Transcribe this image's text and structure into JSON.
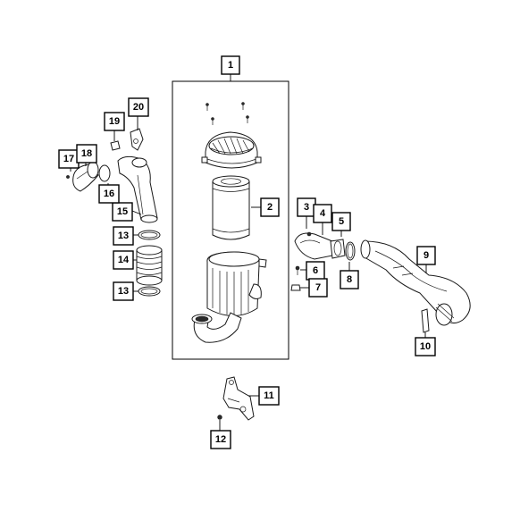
{
  "callouts": [
    {
      "label": "1"
    },
    {
      "label": "2"
    },
    {
      "label": "3"
    },
    {
      "label": "4"
    },
    {
      "label": "5"
    },
    {
      "label": "6"
    },
    {
      "label": "7"
    },
    {
      "label": "8"
    },
    {
      "label": "9"
    },
    {
      "label": "10"
    },
    {
      "label": "11"
    },
    {
      "label": "12"
    },
    {
      "label": "13"
    },
    {
      "label": "14"
    },
    {
      "label": "13"
    },
    {
      "label": "15"
    },
    {
      "label": "16"
    },
    {
      "label": "17"
    },
    {
      "label": "18"
    },
    {
      "label": "19"
    },
    {
      "label": "20"
    }
  ]
}
